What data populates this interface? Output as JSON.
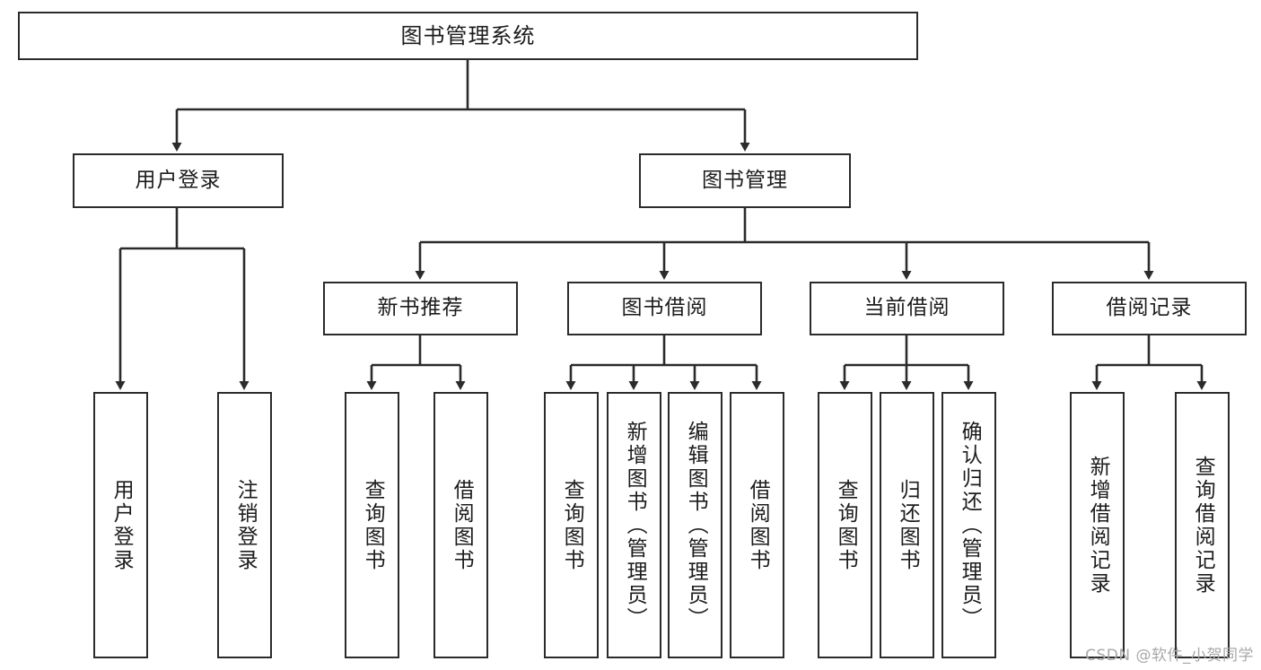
{
  "diagram": {
    "title": "图书管理系统",
    "type": "tree",
    "orientation": "top-down",
    "colors": {
      "box_border": "#2b2b2b",
      "box_fill": "#ffffff",
      "connector": "#2b2b2b",
      "text": "#1c1c1c",
      "watermark": "#a8a8a8",
      "background": "#ffffff"
    },
    "root": {
      "label": "图书管理系统"
    },
    "level2": [
      {
        "label": "用户登录"
      },
      {
        "label": "图书管理"
      }
    ],
    "level3": [
      {
        "label": "新书推荐"
      },
      {
        "label": "图书借阅"
      },
      {
        "label": "当前借阅"
      },
      {
        "label": "借阅记录"
      }
    ],
    "leaves": {
      "user_login": [
        {
          "label": "用户登录"
        },
        {
          "label": "注销登录"
        }
      ],
      "new_book_recommend": [
        {
          "label": "查询图书"
        },
        {
          "label": "借阅图书"
        }
      ],
      "book_borrow": [
        {
          "label": "查询图书"
        },
        {
          "label": "新增图书（管理员）"
        },
        {
          "label": "编辑图书（管理员）"
        },
        {
          "label": "借阅图书"
        }
      ],
      "current_borrow": [
        {
          "label": "查询图书"
        },
        {
          "label": "归还图书"
        },
        {
          "label": "确认归还（管理员）"
        }
      ],
      "borrow_record": [
        {
          "label": "新增借阅记录"
        },
        {
          "label": "查询借阅记录"
        }
      ]
    }
  },
  "watermark": {
    "text": "CSDN @软件_小贺同学"
  }
}
